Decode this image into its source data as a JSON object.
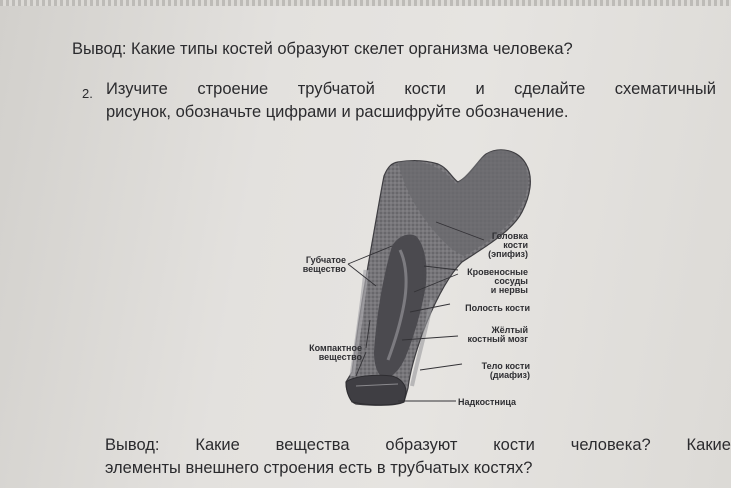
{
  "text": {
    "conclusion1": "Вывод:  Какие типы костей образуют скелет организма человека?",
    "task_number": "2.",
    "task_line1_words": [
      "Изучите",
      "строение",
      "трубчатой",
      "кости",
      "и",
      "сделайте",
      "схематичный"
    ],
    "task_line2": "рисунок,  обозначьте цифрами и расшифруйте обозначение.",
    "conclusion2_words": [
      "Вывод:",
      "Какие",
      "вещества",
      "образуют",
      "кости",
      "человека?",
      "Какие"
    ],
    "conclusion2_line2": "элементы внешнего строения есть в трубчатых костях?"
  },
  "figure": {
    "labels": {
      "spongy_1": "Губчатое",
      "spongy_2": "вещество",
      "compact_1": "Компактное",
      "compact_2": "вещество",
      "head_1": "Головка",
      "head_2": "кости",
      "head_3": "(эпифиз)",
      "vessels_1": "Кровеносные",
      "vessels_2": "сосуды",
      "vessels_3": "и нервы",
      "cavity": "Полость кости",
      "marrow_1": "Жёлтый",
      "marrow_2": "костный мозг",
      "body_1": "Тело кости",
      "body_2": "(диафиз)",
      "periosteum": "Надкостница"
    }
  }
}
